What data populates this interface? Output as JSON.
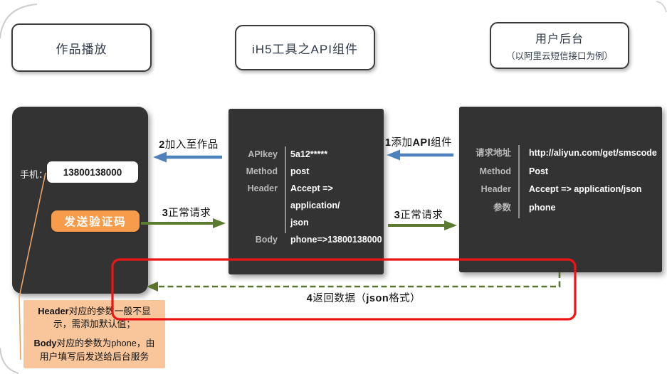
{
  "titles": {
    "left": "作品播放",
    "middle": "iH5工具之API组件",
    "right_main": "用户后台",
    "right_sub": "（以阿里云短信接口为例）"
  },
  "phone": {
    "label": "手机：",
    "input_value": "13800138000",
    "button_label": "发送验证码"
  },
  "api_panel": {
    "rows": [
      {
        "key": "APIkey",
        "value": "5a12*****"
      },
      {
        "key": "Method",
        "value": "post"
      },
      {
        "key": "Header",
        "value": "Accept => application/\njson"
      },
      {
        "key": "Body",
        "value": "phone=>13800138000"
      }
    ]
  },
  "backend_panel": {
    "rows": [
      {
        "key": "请求地址",
        "value": "http://aliyun.com/get/smscode"
      },
      {
        "key": "Method",
        "value": "Post"
      },
      {
        "key": "Header",
        "value": "Accept => application/json"
      },
      {
        "key": "参数",
        "value": "phone"
      }
    ]
  },
  "flow_labels": {
    "step1": [
      {
        "t": "1",
        "b": true
      },
      {
        "t": "添加",
        "b": false
      },
      {
        "t": "API",
        "b": true
      },
      {
        "t": "组件",
        "b": false
      }
    ],
    "step2": [
      {
        "t": "2",
        "b": true
      },
      {
        "t": "加入至作品",
        "b": false
      }
    ],
    "step3_left": [
      {
        "t": "3",
        "b": true
      },
      {
        "t": "正常请求",
        "b": false
      }
    ],
    "step3_right": [
      {
        "t": "3",
        "b": true
      },
      {
        "t": "正常请求",
        "b": false
      }
    ],
    "step4": [
      {
        "t": "4",
        "b": true
      },
      {
        "t": "返回数据（",
        "b": false
      },
      {
        "t": "json",
        "b": true
      },
      {
        "t": "格式）",
        "b": false
      }
    ]
  },
  "note": {
    "para1": [
      {
        "t": "Header",
        "b": true
      },
      {
        "t": "对应的参数一般不显\n示，需添加默认值；",
        "b": false
      }
    ],
    "para2": [
      {
        "t": "Body",
        "b": true
      },
      {
        "t": "对应的参数为phone，由\n用户填写后发送给后台服务",
        "b": false
      }
    ]
  },
  "colors": {
    "panel_dark": "#333333",
    "accent_blue": "#4f81bd",
    "accent_green": "#5b7b31",
    "return_green_dashed": "#5a7430",
    "highlight_red": "#ee1414",
    "button_orange": "#f79c4a",
    "note_peach": "#f8c69a",
    "leader_orange": "#eba266"
  }
}
